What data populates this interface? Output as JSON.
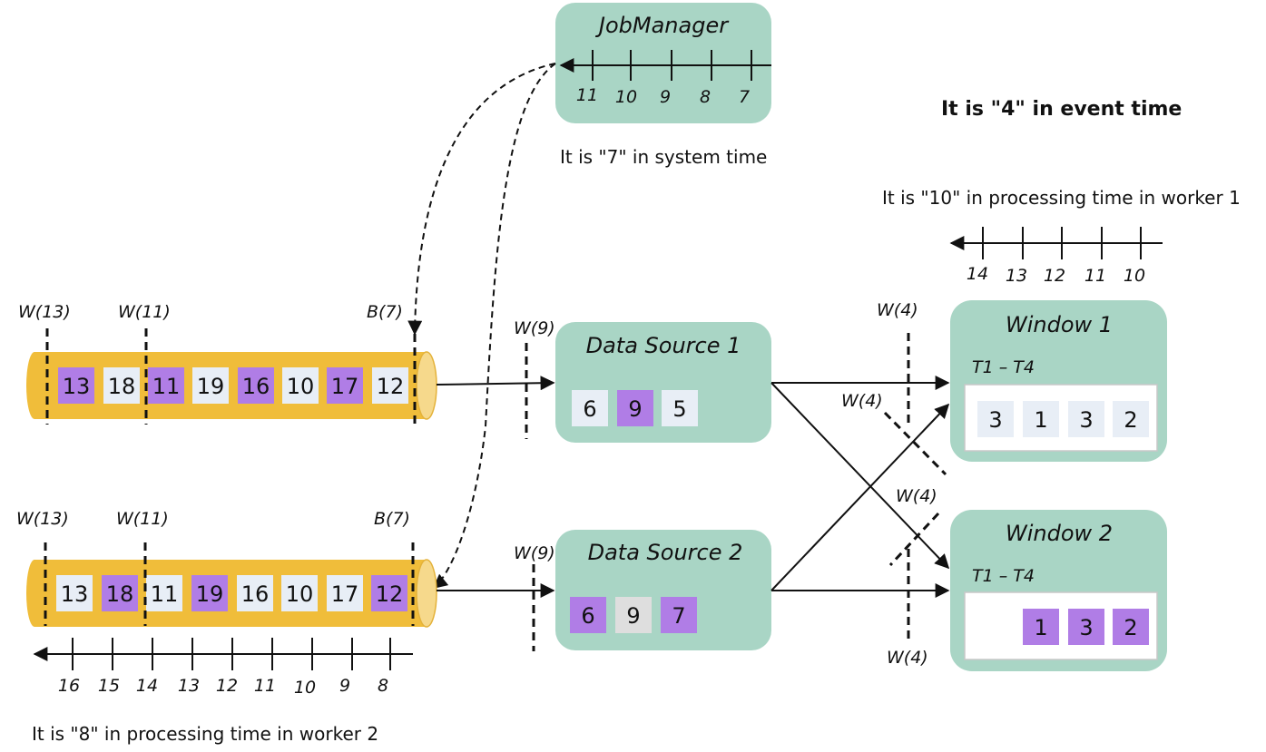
{
  "job_manager": {
    "title": "JobManager",
    "ticks": [
      "11",
      "10",
      "9",
      "8",
      "7"
    ],
    "caption": "It is \"7\" in system time"
  },
  "event_time_caption": "It is \"4\" in event time",
  "worker1": {
    "caption": "It is \"10\" in processing time in worker 1",
    "ticks": [
      "14",
      "13",
      "12",
      "11",
      "10"
    ]
  },
  "worker2": {
    "caption": "It is \"8\" in processing time in worker 2",
    "ticks": [
      "16",
      "15",
      "14",
      "13",
      "12",
      "11",
      "10",
      "9",
      "8"
    ]
  },
  "stream1": {
    "labels": [
      "W(13)",
      "W(11)",
      "B(7)"
    ],
    "cells": [
      {
        "v": "13",
        "c": "purple"
      },
      {
        "v": "18",
        "c": "light"
      },
      {
        "v": "11",
        "c": "purple"
      },
      {
        "v": "19",
        "c": "light"
      },
      {
        "v": "16",
        "c": "purple"
      },
      {
        "v": "10",
        "c": "light"
      },
      {
        "v": "17",
        "c": "purple"
      },
      {
        "v": "12",
        "c": "light"
      }
    ]
  },
  "stream2": {
    "labels": [
      "W(13)",
      "W(11)",
      "B(7)"
    ],
    "cells": [
      {
        "v": "13",
        "c": "light"
      },
      {
        "v": "18",
        "c": "purple"
      },
      {
        "v": "11",
        "c": "light"
      },
      {
        "v": "19",
        "c": "purple"
      },
      {
        "v": "16",
        "c": "light"
      },
      {
        "v": "10",
        "c": "light"
      },
      {
        "v": "17",
        "c": "light"
      },
      {
        "v": "12",
        "c": "purple"
      }
    ]
  },
  "source1": {
    "title": "Data Source 1",
    "watermark": "W(9)",
    "cells": [
      {
        "v": "6",
        "c": "light"
      },
      {
        "v": "9",
        "c": "purple"
      },
      {
        "v": "5",
        "c": "light"
      }
    ]
  },
  "source2": {
    "title": "Data Source 2",
    "watermark": "W(9)",
    "cells": [
      {
        "v": "6",
        "c": "purple"
      },
      {
        "v": "9",
        "c": "gray"
      },
      {
        "v": "7",
        "c": "purple"
      }
    ]
  },
  "window1": {
    "title": "Window 1",
    "range": "T1 – T4",
    "cells": [
      {
        "v": "3",
        "c": "light"
      },
      {
        "v": "1",
        "c": "light"
      },
      {
        "v": "3",
        "c": "light"
      },
      {
        "v": "2",
        "c": "light"
      }
    ]
  },
  "window2": {
    "title": "Window 2",
    "range": "T1 – T4",
    "cells": [
      {
        "v": "1",
        "c": "purple"
      },
      {
        "v": "3",
        "c": "purple"
      },
      {
        "v": "2",
        "c": "purple"
      }
    ]
  },
  "window_watermarks": [
    "W(4)",
    "W(4)",
    "W(4)",
    "W(4)"
  ],
  "colors": {
    "box_green": "#a9d5c5",
    "tube_yellow": "#f0bd3a",
    "cell_purple": "#b07de6",
    "cell_light": "#e8eef6"
  }
}
